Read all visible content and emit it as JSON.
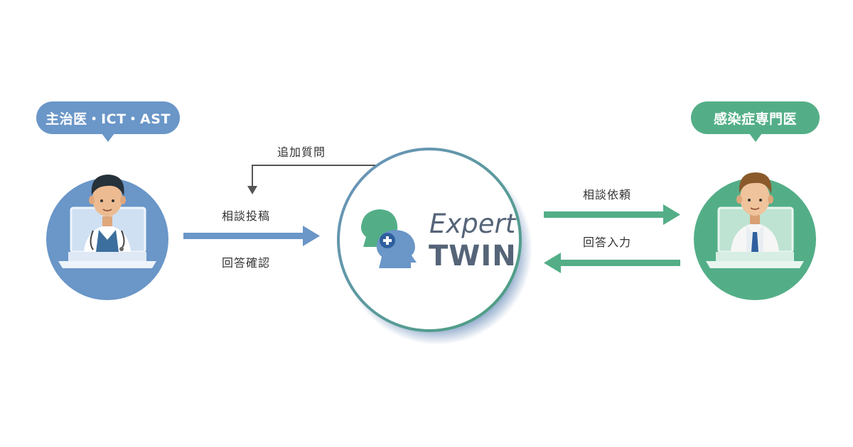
{
  "roles": {
    "left": "主治医・ICT・AST",
    "right": "感染症専門医"
  },
  "flows": {
    "additional_question": "追加質問",
    "consult_post": "相談投稿",
    "answer_confirm": "回答確認",
    "consult_request": "相談依頼",
    "answer_input": "回答入力"
  },
  "logo": {
    "line1": "Expert",
    "line2": "TWIN"
  },
  "colors": {
    "blue": "#6a96c8",
    "green": "#53ae87",
    "wordmark": "#556478"
  },
  "icons": {
    "left_avatar": "doctor-scrubs-icon",
    "right_avatar": "doctor-labcoat-icon",
    "logo_mark": "twin-heads-plus-icon"
  }
}
